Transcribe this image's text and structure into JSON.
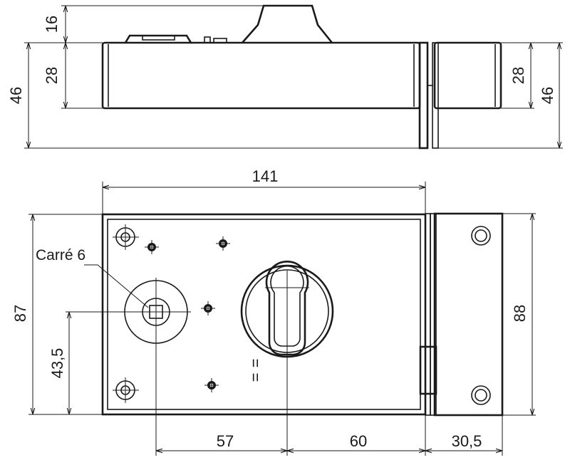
{
  "drawing": {
    "top_view": {
      "dim_bolt_height": "16",
      "dim_body_height": "28",
      "dim_total_height_left": "46",
      "dim_keeper_height": "28",
      "dim_total_height_right": "46"
    },
    "front_view": {
      "dim_body_width": "141",
      "dim_height": "87",
      "dim_spindle_height": "43,5",
      "dim_spindle_to_cylinder": "57",
      "dim_cylinder_to_edge": "60",
      "dim_keeper_width": "30,5",
      "dim_keeper_height": "88",
      "label_square": "Carré 6",
      "equal_mark": "="
    }
  }
}
